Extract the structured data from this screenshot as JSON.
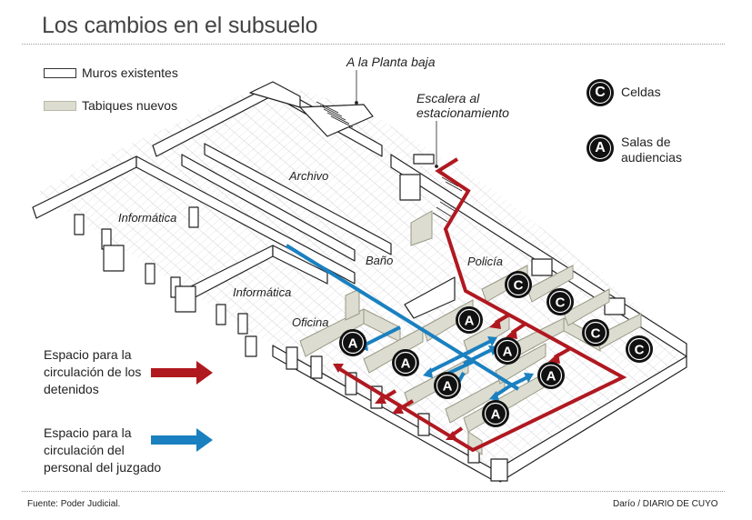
{
  "title": "Los cambios en el subsuelo",
  "legend": {
    "walls_existing": "Muros existentes",
    "partitions_new": "Tabiques nuevos",
    "cells_symbol": "C",
    "cells_label": "Celdas",
    "hearings_symbol": "A",
    "hearings_label_1": "Salas de",
    "hearings_label_2": "audiencias"
  },
  "flows": {
    "detainees": {
      "line1": "Espacio para la",
      "line2": "circulación de los",
      "line3": "detenidos",
      "color": "#b01820"
    },
    "staff": {
      "line1": "Espacio para la",
      "line2": "circulación del",
      "line3": "personal del juzgado",
      "color": "#1a80c0"
    }
  },
  "annotations": {
    "ground_floor": "A la Planta baja",
    "parking_stairs_1": "Escalera al",
    "parking_stairs_2": "estacionamiento"
  },
  "rooms": {
    "archivo": "Archivo",
    "informatica_1": "Informática",
    "informatica_2": "Informática",
    "bano": "Baño",
    "policia": "Policía",
    "oficina": "Oficina"
  },
  "markers": {
    "cells": [
      "C",
      "C",
      "C",
      "C"
    ],
    "hearings": [
      "A",
      "A",
      "A",
      "A",
      "A",
      "A",
      "A",
      "A"
    ]
  },
  "footer": {
    "source": "Fuente: Poder Judicial.",
    "credit": "Darío / DIARIO DE CUYO"
  }
}
